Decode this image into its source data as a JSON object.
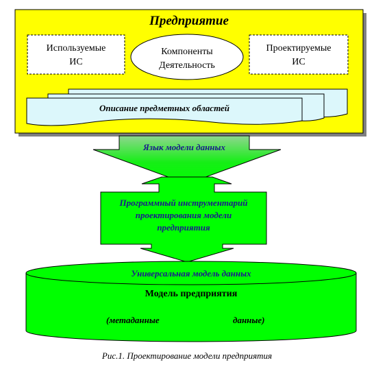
{
  "enterprise": {
    "title": "Предприятие",
    "used_is_line1": "Используемые",
    "used_is_line2": "ИС",
    "components_line1": "Компоненты",
    "components_line2": "Деятельность",
    "designed_is_line1": "Проектируемые",
    "designed_is_line2": "ИС",
    "domains": "Описание предметных областей"
  },
  "data_model_language": "Язык модели данных",
  "toolkit": {
    "line1": "Программный инструментарий",
    "line2": "проектирования модели",
    "line3": "предприятия"
  },
  "universal_model": {
    "title": "Универсальная модель данных",
    "enterprise_model": "Модель предприятия",
    "metadata": "(метаданные",
    "data": "данные)"
  },
  "caption": "Рис.1. Проектирование модели предприятия",
  "colors": {
    "yellow": "#ffff00",
    "green": "#00ff00",
    "light_blue": "#dcf7fb",
    "navy": "#1a1a8c"
  }
}
